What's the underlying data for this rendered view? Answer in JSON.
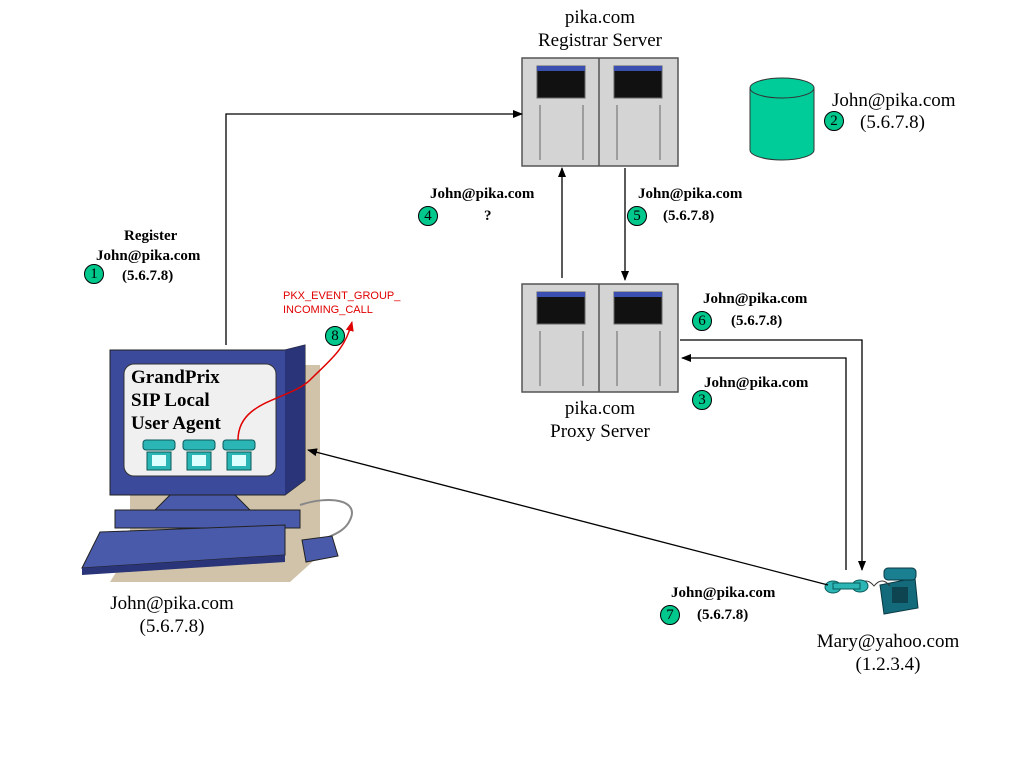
{
  "registrar": {
    "name": "pika.com",
    "role": "Registrar Server"
  },
  "proxy": {
    "name": "pika.com",
    "role": "Proxy Server"
  },
  "database": {
    "uri": "John@pika.com",
    "addr": "(5.6.7.8)",
    "step": "2"
  },
  "computer": {
    "screen_lines": [
      "GrandPrix",
      "SIP Local",
      "User Agent"
    ],
    "uri": "John@pika.com",
    "addr": "(5.6.7.8)"
  },
  "phone": {
    "uri": "Mary@yahoo.com",
    "addr": "(1.2.3.4)"
  },
  "event": {
    "lines": [
      "PKX_EVENT_GROUP_",
      "INCOMING_CALL"
    ],
    "step": "8"
  },
  "steps": [
    {
      "step": "1",
      "lines": [
        "Register",
        "John@pika.com",
        "(5.6.7.8)"
      ]
    },
    {
      "step": "3",
      "lines": [
        "John@pika.com"
      ]
    },
    {
      "step": "4",
      "lines": [
        "John@pika.com",
        "?"
      ]
    },
    {
      "step": "5",
      "lines": [
        "John@pika.com",
        "(5.6.7.8)"
      ]
    },
    {
      "step": "6",
      "lines": [
        "John@pika.com",
        "(5.6.7.8)"
      ]
    },
    {
      "step": "7",
      "lines": [
        "John@pika.com",
        "(5.6.7.8)"
      ]
    }
  ],
  "colors": {
    "server": "#d2d2d2",
    "database": "#00cc99",
    "badge": "#00c78c",
    "event": "#e00000",
    "monitor": "#3b4a9a"
  }
}
